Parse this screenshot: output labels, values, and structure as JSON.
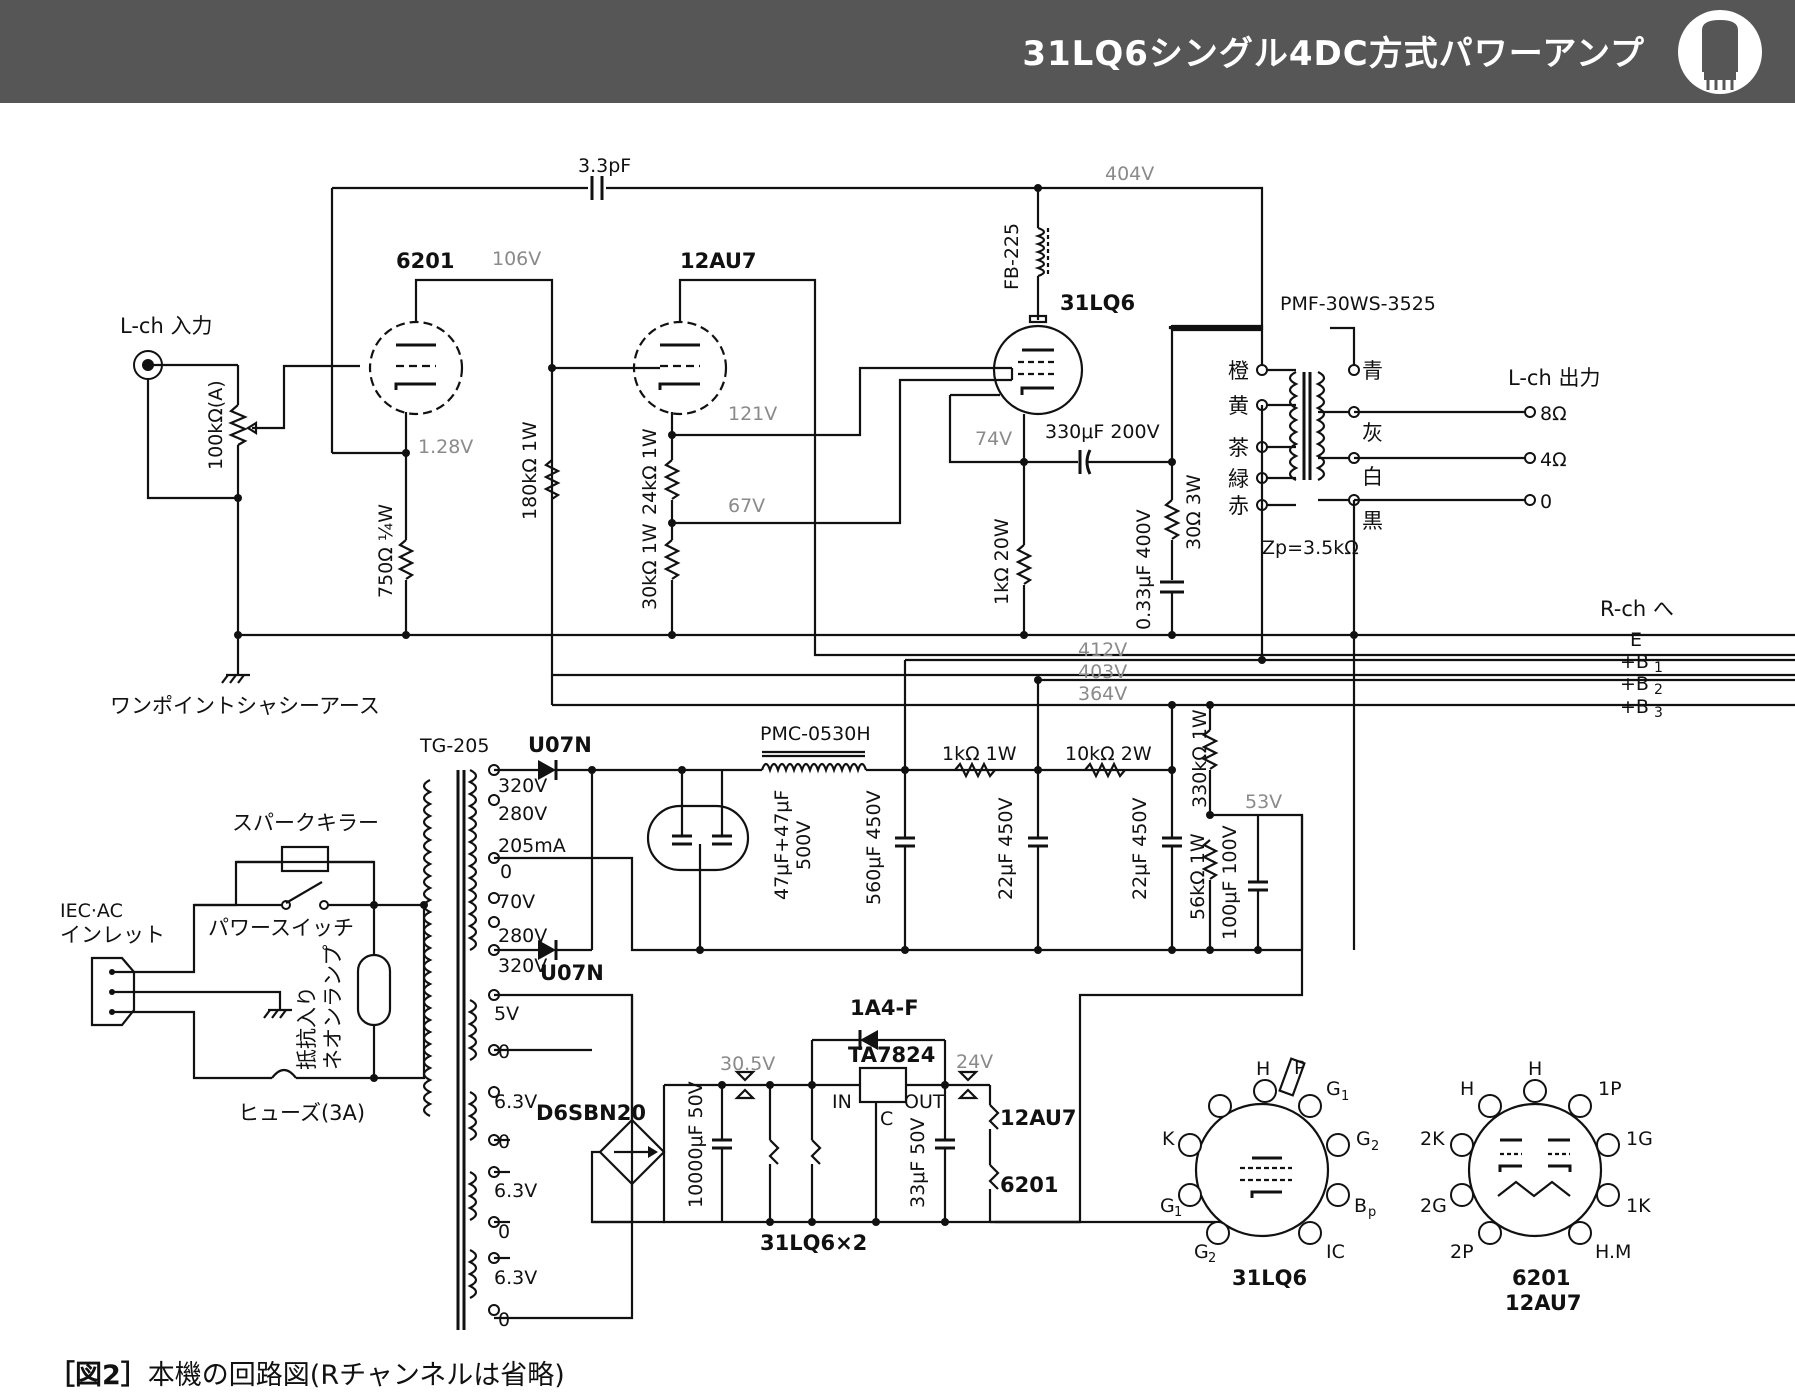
{
  "header": {
    "title": "31LQ6シングル4DC方式パワーアンプ"
  },
  "caption": {
    "figure_no": "［図2］",
    "text": "本機の回路図(Rチャンネルは省略)"
  },
  "tubes": {
    "t6201": "6201",
    "t12au7": "12AU7",
    "t31lq6": "31LQ6"
  },
  "voltages": {
    "v106": "106V",
    "v404": "404V",
    "v128": "1.28V",
    "v121": "121V",
    "v67": "67V",
    "v74": "74V",
    "v412": "412V",
    "v403": "403V",
    "v364": "364V",
    "v53": "53V",
    "v305": "30.5V",
    "v24": "24V"
  },
  "components": {
    "c33pf": "3.3pF",
    "fb225": "FB-225",
    "opt": "PMF-30WS-3525",
    "pot": "100kΩ(A)",
    "r750": "750Ω ¼W",
    "r180k": "180kΩ 1W",
    "r24k": "24kΩ 1W",
    "r30k": "30kΩ 1W",
    "r1k20": "1kΩ 20W",
    "c330": "330μF 200V",
    "c033": "0.33μF 400V",
    "r30": "30Ω 3W",
    "zp": "Zp=3.5kΩ",
    "tg205": "TG-205",
    "u07n_top": "U07N",
    "u07n_bot": "U07N",
    "pmc": "PMC-0530H",
    "c47": "47μF+47μF",
    "c47v": "500V",
    "c560": "560μF 450V",
    "r1k1": "1kΩ 1W",
    "r10k2": "10kΩ 2W",
    "c22a": "22μF 450V",
    "c22b": "22μF 450V",
    "r330k": "330kΩ 1W",
    "r56k": "56kΩ 1W",
    "c100": "100μF 100V",
    "d6sbn": "D6SBN20",
    "c10000": "10000μF 50V",
    "fuse1a4": "1A4-F",
    "ta7824": "TA7824",
    "reg_in": "IN",
    "reg_out": "OUT",
    "reg_c": "C",
    "c33": "33μF 50V",
    "heater_31": "31LQ6×2",
    "heater_12": "12AU7",
    "heater_62": "6201"
  },
  "labels": {
    "lch_in": "L-ch 入力",
    "lch_out": "L-ch 出力",
    "rch": "R-ch へ",
    "ground": "ワンポイントシャシーアース",
    "spark": "スパークキラー",
    "power_sw": "パワースイッチ",
    "iec1": "IEC·AC",
    "iec2": "インレット",
    "neon1": "抵抗入り",
    "neon2": "ネオンランプ",
    "fuse": "ヒューズ(3A)"
  },
  "opt_taps": {
    "orange": "橙",
    "yellow": "黄",
    "brown": "茶",
    "green": "緑",
    "red": "赤",
    "blue": "青",
    "gray": "灰",
    "white": "白",
    "black": "黒",
    "o8": "8Ω",
    "o4": "4Ω",
    "o0": "0"
  },
  "rails": {
    "e": "E",
    "b1": "+B",
    "b2": "+B",
    "b3": "+B",
    "s1": "1",
    "s2": "2",
    "s3": "3"
  },
  "pt_taps": {
    "t320a": "320V",
    "t280a": "280V",
    "t205": "205mA",
    "t0a": "0",
    "t70": "70V",
    "t280b": "280V",
    "t320b": "320V",
    "t5v": "5V",
    "t0b": "0",
    "t63a": "6.3V",
    "t0c": "0",
    "t63b": "6.3V",
    "t0d": "0",
    "t63c": "6.3V",
    "t0e": "0"
  },
  "pinouts": {
    "p31": {
      "title": "31LQ6",
      "labels": {
        "H": "H",
        "P": "P",
        "G1t": "G",
        "G2r": "G",
        "K": "K",
        "G1l": "G",
        "Bp": "B",
        "G2b": "G",
        "IC": "IC"
      },
      "subs": {
        "G1t": "1",
        "G2r": "2",
        "G1l": "1",
        "Bp": "p",
        "G2b": "2"
      }
    },
    "p62": {
      "title1": "6201",
      "title2": "12AU7",
      "labels": {
        "H": "H",
        "H2": "H",
        "P1": "1P",
        "G1": "1G",
        "K2": "2K",
        "K1": "1K",
        "G2": "2G",
        "P2": "2P",
        "HM": "H.M"
      }
    }
  }
}
